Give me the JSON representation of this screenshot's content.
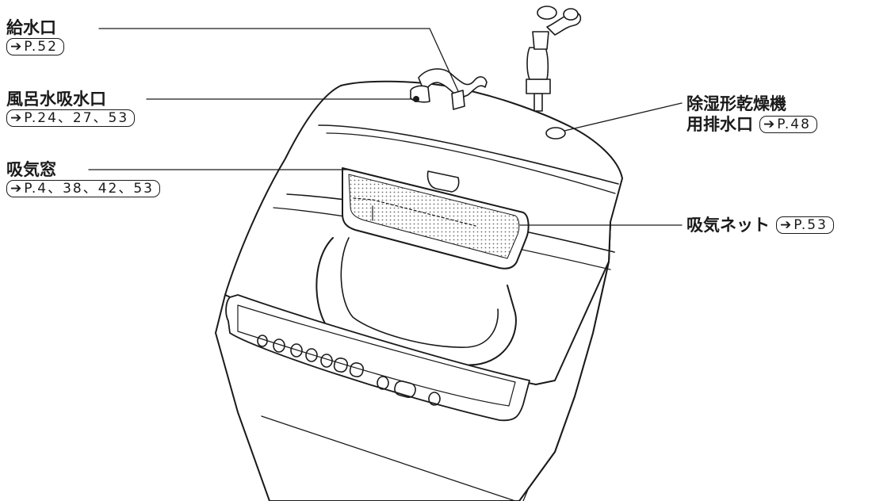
{
  "labels": {
    "water_supply": {
      "name": "給水口",
      "ref": "P.52"
    },
    "bath_intake": {
      "name": "風呂水吸水口",
      "ref": "P.24、27、53"
    },
    "air_intake_window": {
      "name": "吸気窓",
      "ref": "P.4、38、42、53"
    },
    "dryer_drain": {
      "name_line1": "除湿形乾燥機",
      "name_line2": "用排水口",
      "ref": "P.48"
    },
    "intake_net": {
      "name": "吸気ネット",
      "ref": "P.53"
    }
  },
  "icons": {
    "ref_arrow": "right-arrow-icon"
  },
  "colors": {
    "line": "#1a1a1a",
    "body": "#ffffff",
    "mesh": "#6b6b6b"
  }
}
